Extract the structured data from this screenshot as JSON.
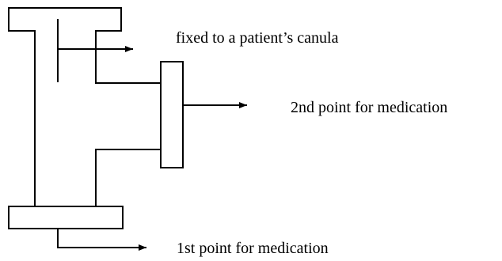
{
  "labels": {
    "canula": "fixed to a patient’s canula",
    "second_point": "2nd point for medication",
    "first_point": "1st point for medication"
  },
  "colors": {
    "stroke": "#000000",
    "background": "#ffffff"
  }
}
